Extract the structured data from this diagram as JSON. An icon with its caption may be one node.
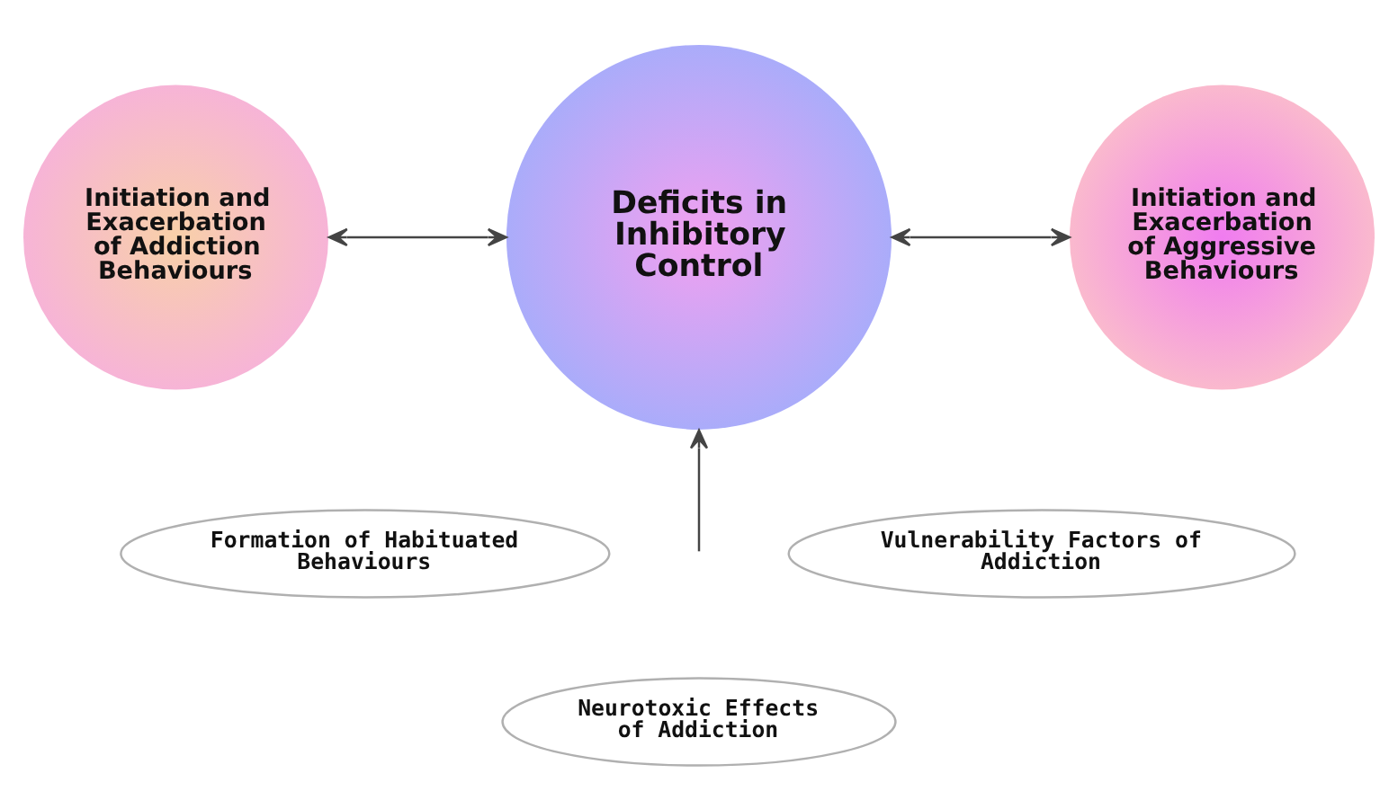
{
  "diagram": {
    "nodes": [
      {
        "text": [
          "Initiation and Exacerbation of Addiction Behaviours"
        ]
      },
      {
        "text": [
          "Deficits in Inhibitory Control"
        ]
      },
      {
        "text": [
          "Initiation and Exacerbation of Aggressive Behaviours"
        ]
      },
      {
        "text": [
          "Formation of Habituated Behaviours"
        ]
      },
      {
        "text": [
          "Vulnerability Factors of Addiction"
        ]
      },
      {
        "text": [
          "Neurotoxic Effects of Addiction"
        ]
      }
    ],
    "edges": [
      {
        "from": 0,
        "to": 1,
        "arrow": "both"
      },
      {
        "from": 1,
        "to": 2,
        "arrow": "both"
      },
      {
        "from": null,
        "to": 1,
        "arrow": "to"
      }
    ]
  }
}
